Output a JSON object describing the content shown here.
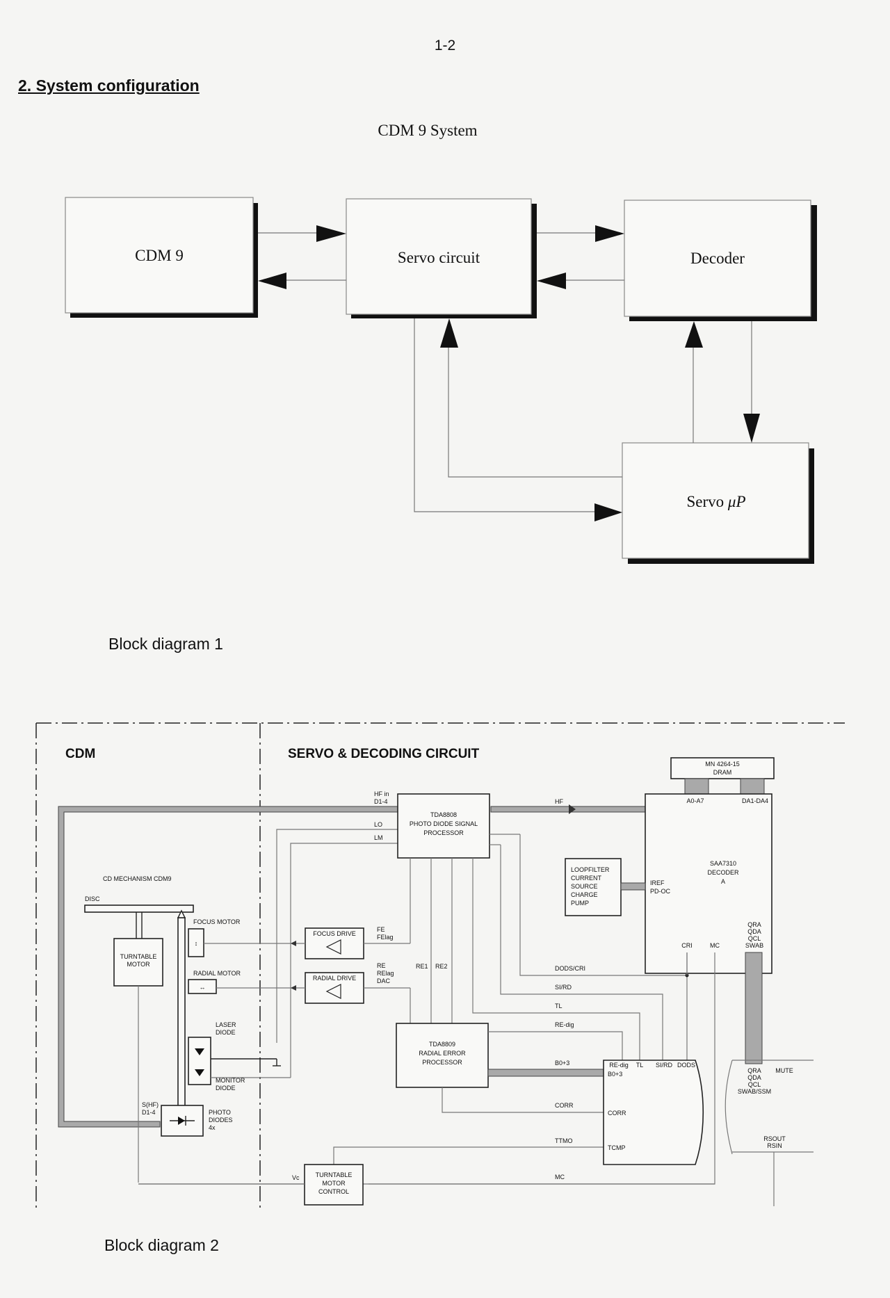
{
  "header": {
    "page_number": "1-2",
    "section_title": "2. System configuration"
  },
  "diagram1": {
    "title": "CDM 9  System",
    "nodes": {
      "cdm9": "CDM 9",
      "servo_circuit": "Servo circuit",
      "decoder": "Decoder",
      "servo_up_prefix": "Servo ",
      "servo_up_mu": "μP"
    },
    "caption": "Block diagram 1"
  },
  "diagram2": {
    "region_cdm": "CDM",
    "region_servo": "SERVO & DECODING CIRCUIT",
    "mechanism": "CD MECHANISM CDM9",
    "disc": "DISC",
    "turntable_motor": [
      "TURNTABLE",
      "MOTOR"
    ],
    "focus_motor": "FOCUS MOTOR",
    "radial_motor": "RADIAL MOTOR",
    "laser_diode": [
      "LASER",
      "DIODE"
    ],
    "monitor_diode": [
      "MONITOR",
      "DIODE"
    ],
    "photo_diodes": [
      "PHOTO",
      "DIODES",
      "4x"
    ],
    "s_hf": [
      "S(HF)",
      "D1-4"
    ],
    "focus_drive": "FOCUS  DRIVE",
    "radial_drive": "RADIAL  DRIVE",
    "fe": [
      "FE",
      "FElag"
    ],
    "re": [
      "RE",
      "RElag",
      "DAC"
    ],
    "re1": "RE1",
    "re2": "RE2",
    "hf_in": [
      "HF in",
      "D1-4"
    ],
    "lo": "LO",
    "lm": "LM",
    "tda8808": [
      "TDA8808",
      "PHOTO  DIODE  SIGNAL",
      "PROCESSOR"
    ],
    "tda8809": [
      "TDA8809",
      "RADIAL  ERROR",
      "PROCESSOR"
    ],
    "hf": "HF",
    "dram": [
      "MN 4264-15",
      "DRAM"
    ],
    "a0a7": "A0-A7",
    "da1da4": "DA1-DA4",
    "saa7310": [
      "SAA7310",
      "DECODER",
      "A"
    ],
    "loopfilter": [
      "LOOPFILTER",
      "CURRENT",
      "SOURCE",
      "CHARGE",
      "PUMP"
    ],
    "iref": [
      "IREF",
      "PD-OC"
    ],
    "qra_top": [
      "QRA",
      "QDA",
      "QCL",
      "SWAB"
    ],
    "cri": "CRI",
    "mc_top": "MC",
    "dods_cri": "DODS/CRI",
    "si_rd": "SI/RD",
    "tl": "TL",
    "re_dig": "RE-dig",
    "b0_3": "B0+3",
    "corr": "CORR",
    "ttmo": "TTMO",
    "mc": "MC",
    "vc": "Vc",
    "ttmc": [
      "TURNTABLE",
      "MOTOR",
      "CONTROL"
    ],
    "up_pins": [
      "RE-dig",
      "TL",
      "SI/RD",
      "DODS"
    ],
    "b0_3_pin": "B0+3",
    "corr_pin": "CORR",
    "tcmp_pin": "TCMP",
    "qra_bottom": [
      "QRA",
      "QDA",
      "QCL",
      "SWAB/SSM"
    ],
    "mute": "MUTE",
    "rsout": [
      "RSOUT",
      "RSIN"
    ],
    "caption": "Block diagram 2"
  }
}
